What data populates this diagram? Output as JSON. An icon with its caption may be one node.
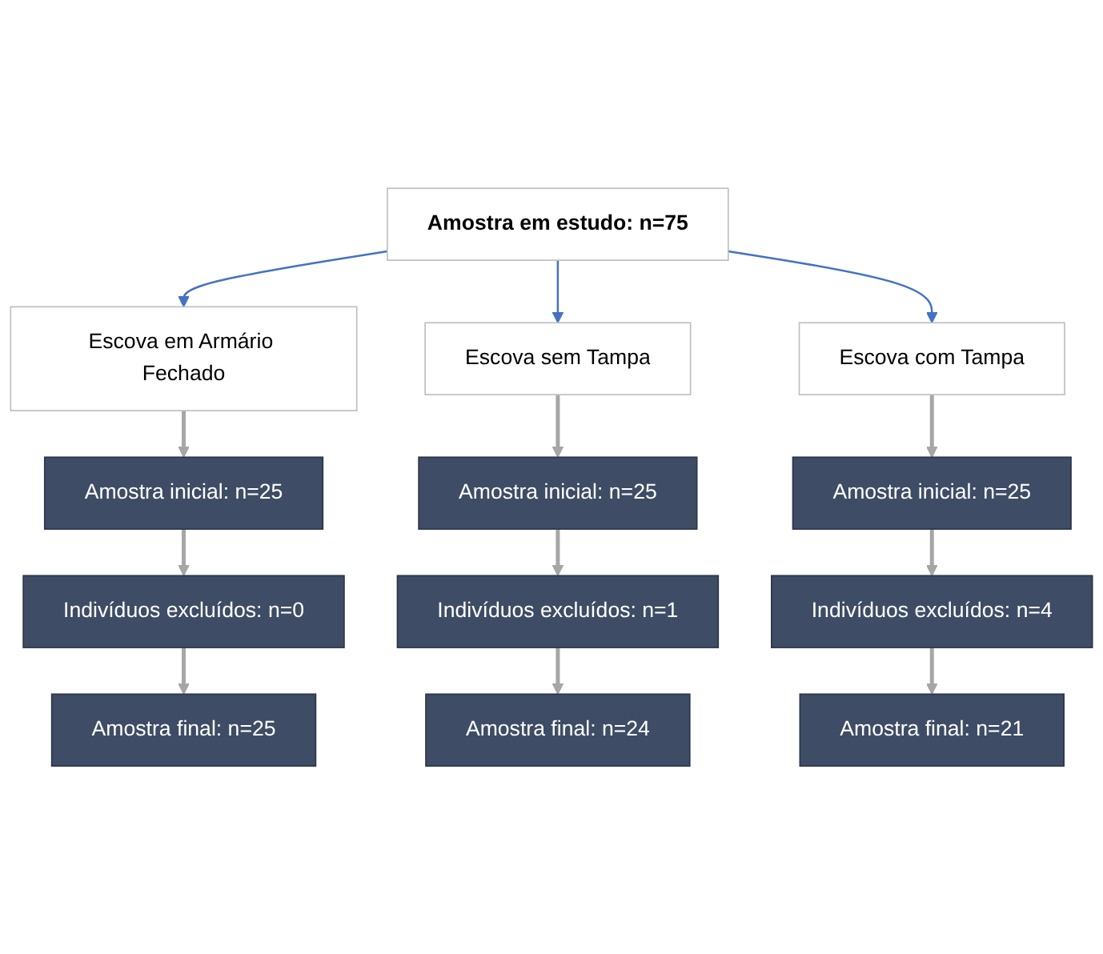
{
  "diagram": {
    "nodes": [
      {
        "text": [
          "Amostra em estudo: n=75"
        ]
      },
      {
        "text": [
          "Escova em Armário Fechado"
        ]
      },
      {
        "text": [
          "Escova sem Tampa"
        ]
      },
      {
        "text": [
          "Escova com Tampa"
        ]
      },
      {
        "text": [
          "Amostra inicial: n=25"
        ]
      },
      {
        "text": [
          "Amostra inicial: n=25"
        ]
      },
      {
        "text": [
          "Amostra inicial: n=25"
        ]
      },
      {
        "text": [
          "Indivíduos excluídos: n=0"
        ]
      },
      {
        "text": [
          "Indivíduos excluídos: n=1"
        ]
      },
      {
        "text": [
          "Indivíduos excluídos: n=4"
        ]
      },
      {
        "text": [
          "Amostra final: n=25"
        ]
      },
      {
        "text": [
          "Amostra final: n=24"
        ]
      },
      {
        "text": [
          "Amostra final: n=21"
        ]
      }
    ],
    "edges": [
      {
        "from": 0,
        "to": 1,
        "arrow": "to",
        "color": "#4472c4"
      },
      {
        "from": 0,
        "to": 2,
        "arrow": "to",
        "color": "#4472c4"
      },
      {
        "from": 0,
        "to": 3,
        "arrow": "to",
        "color": "#4472c4"
      },
      {
        "from": 1,
        "to": 4,
        "arrow": "to"
      },
      {
        "from": 4,
        "to": 7,
        "arrow": "to"
      },
      {
        "from": 7,
        "to": 10,
        "arrow": "to"
      },
      {
        "from": 2,
        "to": 5,
        "arrow": "to"
      },
      {
        "from": 5,
        "to": 8,
        "arrow": "to"
      },
      {
        "from": 8,
        "to": 11,
        "arrow": "to"
      },
      {
        "from": 3,
        "to": 6,
        "arrow": "to"
      },
      {
        "from": 6,
        "to": 9,
        "arrow": "to"
      },
      {
        "from": 9,
        "to": 12,
        "arrow": "to"
      }
    ]
  }
}
